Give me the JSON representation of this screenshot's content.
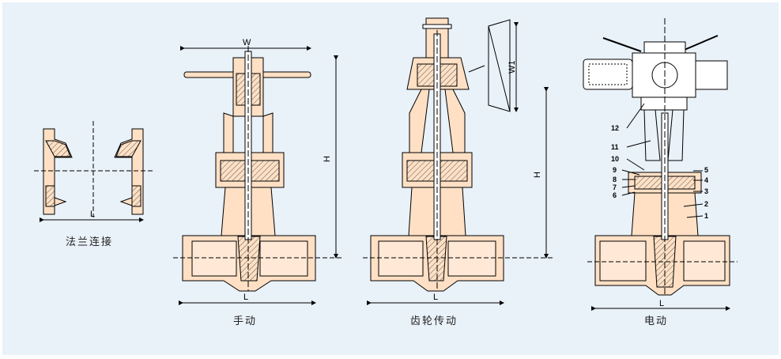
{
  "colors": {
    "background": "#e9f1f9",
    "fill": "#ffe0c4",
    "line": "#000000",
    "hatch": "#555555"
  },
  "captions": {
    "flange": "法兰连接",
    "manual": "手动",
    "gear": "齿轮传动",
    "electric": "电动"
  },
  "dimension_labels": {
    "length": "L",
    "width": "W",
    "height": "H",
    "gear_width": "W1"
  },
  "part_numbers": [
    "12",
    "11",
    "10",
    "9",
    "8",
    "7",
    "6",
    "5",
    "4",
    "3",
    "2",
    "1"
  ]
}
